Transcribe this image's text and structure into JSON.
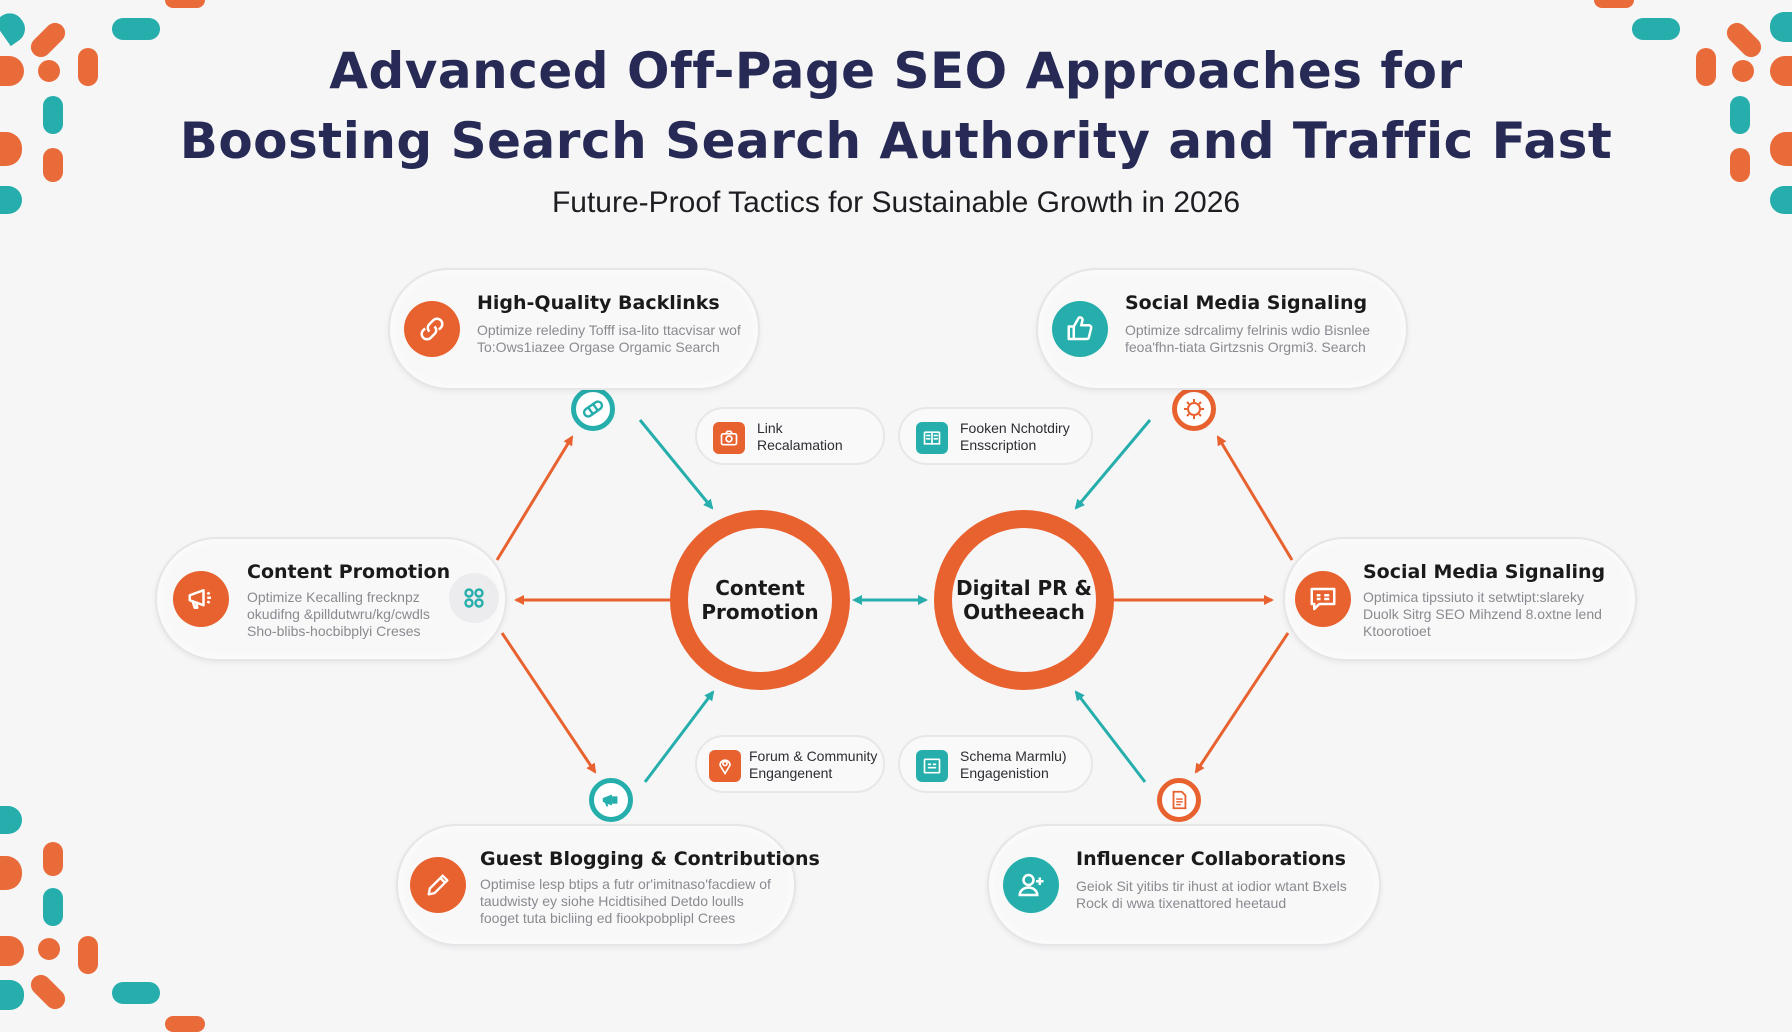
{
  "header": {
    "title_line1": "Advanced Off-Page SEO Approaches for",
    "title_line2": "Boosting Search Search Authority and Traffic Fast",
    "subtitle": "Future-Proof Tactics for Sustainable Growth in 2026"
  },
  "colors": {
    "accent_orange": "#e8622f",
    "accent_teal": "#25aeab",
    "title_navy": "#262a55",
    "background": "#f6f6f7"
  },
  "hubs": [
    {
      "label_line1": "Content",
      "label_line2": "Promotion"
    },
    {
      "label_line1": "Digital PR &",
      "label_line2": "Outheeach"
    }
  ],
  "cards": [
    {
      "id": "top-left",
      "title": "High-Quality Backlinks",
      "desc_line1": "Optimize relediny Tofff isa-lito ttacvisar wof",
      "desc_line2": "To:Ows1iazee Orgase Orgamic Search",
      "desc_line3": "",
      "icon": "link-icon",
      "icon_color": "orange"
    },
    {
      "id": "top-right",
      "title": "Social Media Signaling",
      "desc_line1": "Optimize sdrcalimy felrinis wdio Bisnlee",
      "desc_line2": "feoa'fhn-tiata Girtzsnis Orgmi3. Search",
      "desc_line3": "",
      "icon": "thumbs-up-icon",
      "icon_color": "teal"
    },
    {
      "id": "mid-left",
      "title": "Content Promotion",
      "desc_line1": "Optimize Kecalling frecknpz",
      "desc_line2": "okudifng &pilldutwru/kg/cwdls",
      "desc_line3": "Sho-blibs-hocbibplyi Creses",
      "icon": "megaphone-icon",
      "icon_color": "orange",
      "side_icon": "grid-dots-icon"
    },
    {
      "id": "mid-right",
      "title": "Social Media Signaling",
      "desc_line1": "Optimica tipssiuto it setwtipt:slareky",
      "desc_line2": "Duolk Sitrg SEO Mihzend 8.oxtne lend",
      "desc_line3": "Ktoorotioet",
      "icon": "chat-bubble-icon",
      "icon_color": "orange"
    },
    {
      "id": "bottom-left",
      "title": "Guest Blogging & Contributions",
      "desc_line1": "Optimise lesp btips a futr or'imitnaso'facdiew of",
      "desc_line2": "taudwisty ey siohe Hcidtisihed Detdo loulls",
      "desc_line3": "fooget tuta bicliing ed fiookpobplipl Crees",
      "icon": "pencil-icon",
      "icon_color": "orange"
    },
    {
      "id": "bottom-right",
      "title": "Influencer Collaborations",
      "desc_line1": "Geiok Sit yitibs tir ihust at iodior wtant Bxels",
      "desc_line2": "Rock di wwa tixenattored heetaud",
      "desc_line3": "",
      "icon": "user-plus-icon",
      "icon_color": "teal"
    }
  ],
  "pills": [
    {
      "line1": "Link",
      "line2": "Recalamation",
      "icon": "camera-icon",
      "icon_color": "orange"
    },
    {
      "line1": "Fooken Nchotdiry",
      "line2": "Ensscription",
      "icon": "book-icon",
      "icon_color": "teal"
    },
    {
      "line1": "Forum & Community",
      "line2": "Engangenent",
      "icon": "map-pin-icon",
      "icon_color": "orange"
    },
    {
      "line1": "Schema Marmlu)",
      "line2": "Engagenistion",
      "icon": "code-card-icon",
      "icon_color": "teal"
    }
  ],
  "nodes": [
    {
      "id": "node-top-left",
      "icon": "chain-link-icon",
      "color": "teal"
    },
    {
      "id": "node-top-right",
      "icon": "gear-sun-icon",
      "color": "orange"
    },
    {
      "id": "node-bottom-left",
      "icon": "megaphone-icon",
      "color": "teal"
    },
    {
      "id": "node-bottom-right",
      "icon": "document-icon",
      "color": "orange"
    }
  ]
}
